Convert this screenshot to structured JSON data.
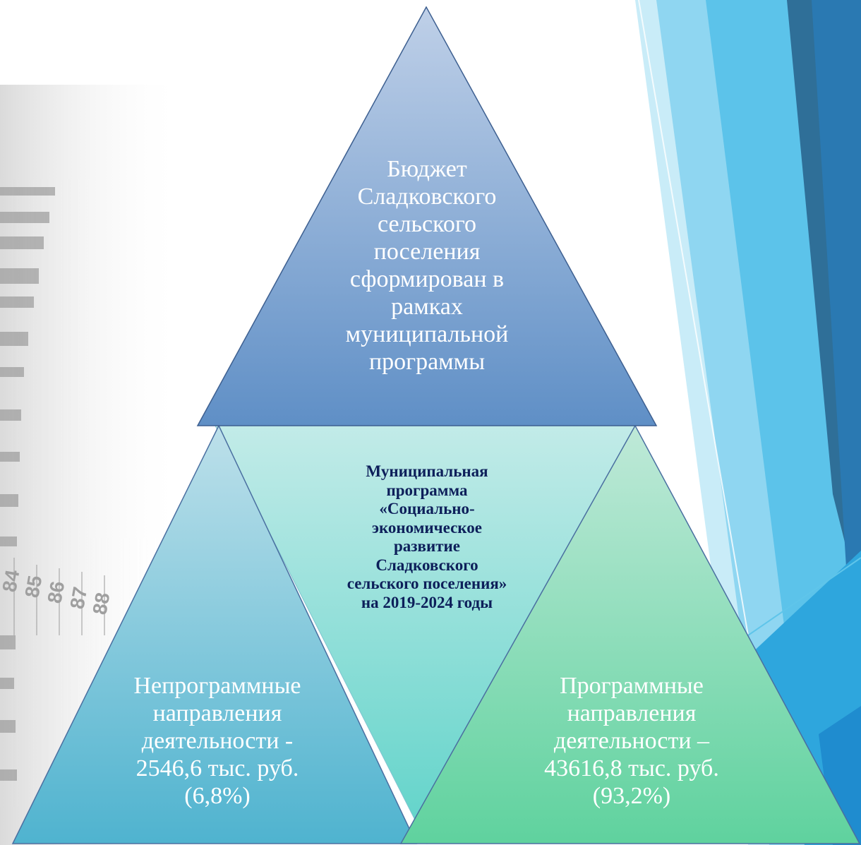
{
  "diagram": {
    "top_block": {
      "text": "Бюджет\nСладковского\nсельского\nпоселения\nсформирован в\nрамках\nмуниципальной\nпрограммы"
    },
    "center_block": {
      "text": "Муниципальная\nпрограмма\n«Социально-\nэкономическое\nразвитие\nСладковского\nсельского поселения»\nна 2019-2024 годы"
    },
    "left_block": {
      "text": "Непрограммные\nнаправления\nдеятельности -\n2546,6 тыс. руб.\n(6,8%)"
    },
    "right_block": {
      "text": "Программные\nнаправления\nдеятельности –\n43616,8 тыс. руб.\n(93,2%)"
    }
  },
  "background": {
    "ruler_numbers": [
      "84",
      "85",
      "86",
      "87",
      "88"
    ]
  },
  "colors": {
    "top_triangle_top": "#bfd0e8",
    "top_triangle_bottom": "#5f8fc6",
    "center_triangle_top": "#c2ebe8",
    "center_triangle_bottom": "#5fd3c9",
    "left_triangle_top": "#bde0ea",
    "left_triangle_bottom": "#4fb3cf",
    "right_triangle_top": "#bfe9d8",
    "right_triangle_bottom": "#5fd29e",
    "center_text": "#0d1f5a",
    "side_text": "#ffffff"
  }
}
